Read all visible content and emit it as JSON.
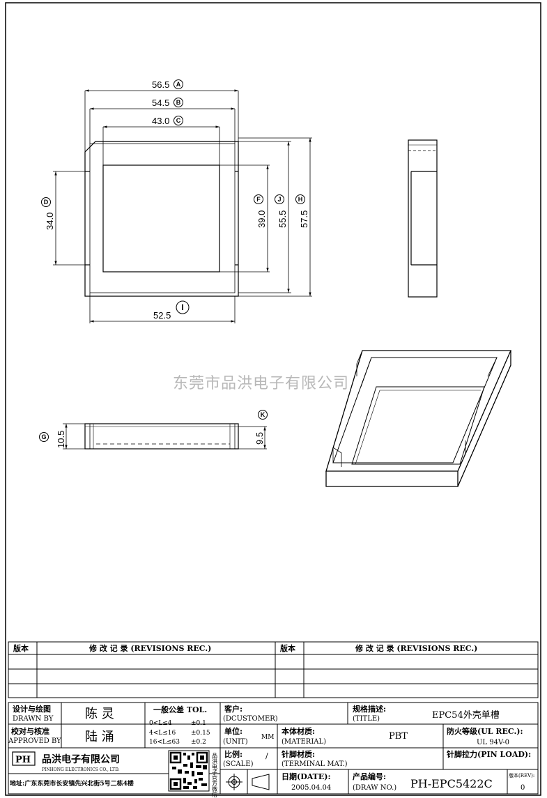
{
  "drawing": {
    "dims": {
      "A": "56.5",
      "B": "54.5",
      "C": "43.0",
      "D": "34.0",
      "F": "39.0",
      "J": "55.5",
      "H": "57.5",
      "I": "52.5",
      "G": "10.5",
      "K": "9.5"
    },
    "callouts": {
      "A": "A",
      "B": "B",
      "C": "C",
      "D": "D",
      "F": "F",
      "J": "J",
      "H": "H",
      "I": "I",
      "G": "G",
      "K": "K"
    },
    "watermark": "东莞市品洪电子有限公司"
  },
  "revisions": {
    "ver_label": "版本",
    "rec_label": "修 改 记 录 (REVISIONS REC.)"
  },
  "title_block": {
    "designer_label_cn": "设计与绘图",
    "designer_label_en": "DRAWN BY",
    "designer": "陈 灵",
    "checker_label_cn": "校对与核准",
    "checker_label_en": "APPROVED BY",
    "checker": "陆 涌",
    "tol_title": "一般公差 TOL.",
    "tol_rows": [
      {
        "range": "0<L≤4",
        "tol": "±0.1"
      },
      {
        "range": "4<L≤16",
        "tol": "±0.15"
      },
      {
        "range": "16<L≤63",
        "tol": "±0.2"
      }
    ],
    "customer_label": "客户:",
    "customer_label_en": "(DCUSTOMER)",
    "title_label": "规格描述:",
    "title_label_en": "(TITLE)",
    "title": "EPC54外壳单槽",
    "unit_label": "单位:",
    "unit_label_en": "(UNIT)",
    "unit": "MM",
    "material_label": "本体材质:",
    "material_label_en": "(MATERIAL)",
    "material": "PBT",
    "fire_label": "防火等级(UL REC.):",
    "fire": "UL 94V-0",
    "scale_label": "比例:",
    "scale_label_en": "(SCALE)",
    "scale": "/",
    "terminal_label": "针脚材质:",
    "terminal_label_en": "(TERMINAL MAT.)",
    "pinload_label": "针脚拉力(PIN LOAD):",
    "date_label": "日期(DATE):",
    "date": "2005.04.04",
    "drawno_label": "产品编号:",
    "drawno_label_en": "(DRAW NO.)",
    "drawno": "PH-EPC5422C",
    "rev_label": "版本(REV):",
    "rev": "0",
    "company_cn": "品洪电子有限公司",
    "company_en": "PINHONG ELECTRONICS CO., LTD.",
    "address": "地址:广东东莞市长安镇先兴北街5号二栋4楼",
    "logo_text": "PH",
    "qr_caption": "品洪电子官方微信"
  }
}
